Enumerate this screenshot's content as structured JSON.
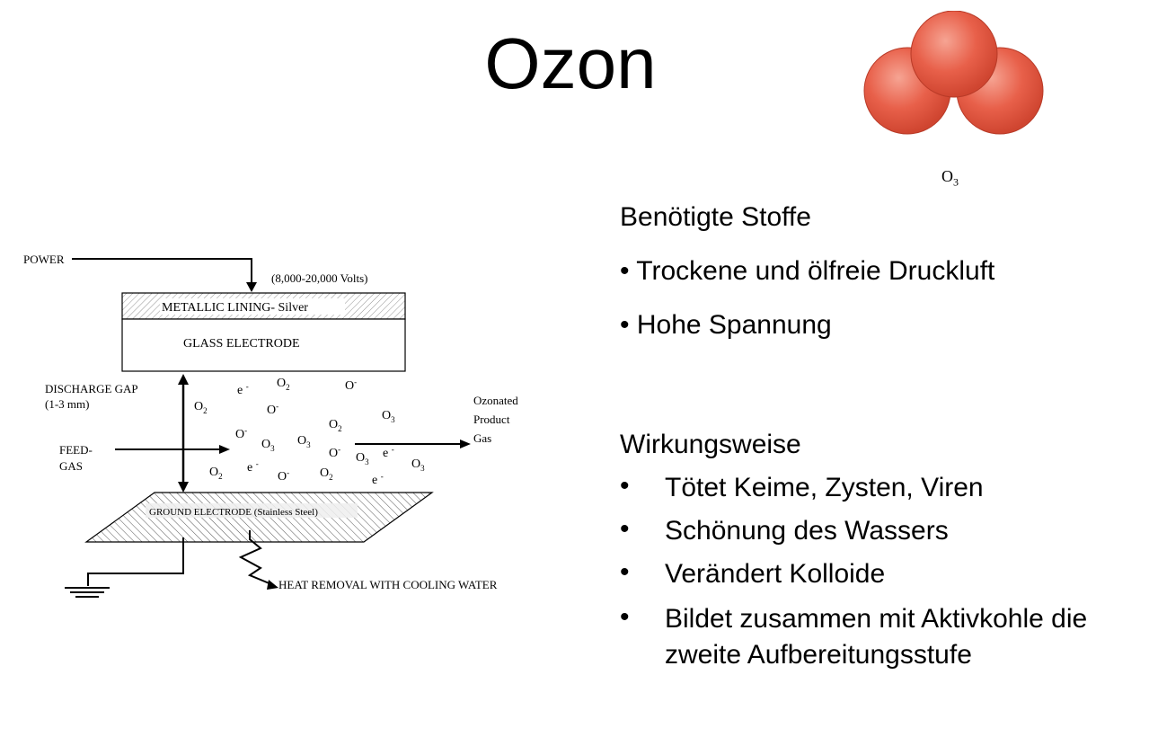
{
  "slide": {
    "title": "Ozon",
    "molecule_label": "O",
    "molecule_label_sub": "3"
  },
  "diagram": {
    "power": "POWER",
    "voltage": "(8,000-20,000 Volts)",
    "metallic_lining": "METALLIC LINING- Silver",
    "glass_electrode": "GLASS ELECTRODE",
    "discharge_gap": "DISCHARGE GAP",
    "gap_size": "(1-3 mm)",
    "feed_gas_1": "FEED-",
    "feed_gas_2": "GAS",
    "ozonated_1": "Ozonated",
    "ozonated_2": "Product",
    "ozonated_3": "Gas",
    "ground_electrode": "GROUND ELECTRODE (Stainless Steel)",
    "heat_removal": "HEAT REMOVAL WITH COOLING WATER"
  },
  "section1": {
    "heading": "Benötigte Stoffe",
    "items": [
      "• Trockene und ölfreie Druckluft",
      "• Hohe Spannung"
    ]
  },
  "section2": {
    "heading": "Wirkungsweise",
    "bullet": "•",
    "items": [
      "Tötet Keime, Zysten, Viren",
      "Schönung des Wassers",
      "Verändert Kolloide",
      "Bildet zusammen mit Aktivkohle die",
      "zweite Aufbereitungsstufe"
    ]
  },
  "colors": {
    "sphere": "#e8604a",
    "sphere_dark": "#c53a25",
    "sphere_light": "#f4a89a"
  }
}
